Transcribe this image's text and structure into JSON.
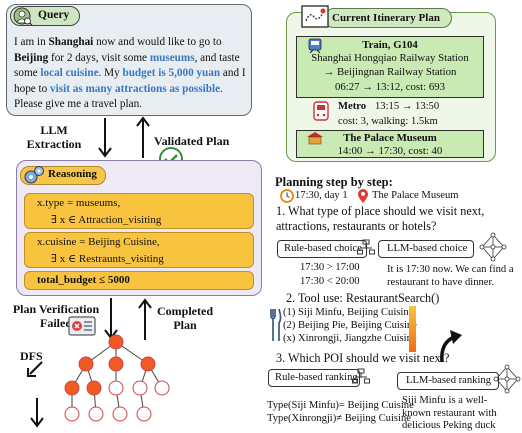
{
  "query": {
    "label": "Query",
    "p1": "I am in ",
    "city_from": "Shanghai",
    "p2": " now and would like to go to ",
    "city_to": "Beijing",
    "p3": " for 2 days, visit some ",
    "museums": "museums",
    "p4": ", and taste some ",
    "cuisine": "local cuisine",
    "p5": ". My ",
    "budget": "budget is 5,000 yuan",
    "p6": " and I hope to ",
    "visit_many": "visit as many attractions as possible",
    "p7": ". Please give me a travel plan."
  },
  "flow": {
    "llm_extraction": "LLM Extraction",
    "validated_plan": "Validated Plan",
    "plan_verification_failed": "Plan Verification Failed",
    "completed_plan": "Completed Plan",
    "dfs": "DFS"
  },
  "reasoning": {
    "label": "Reasoning",
    "c1_line1": "x.type = museums,",
    "c1_line2": "∃ x ∈ Attraction_visiting",
    "c2_line1": "x.cuisine = Beijing Cuisine,",
    "c2_line2": "∃ x ∈ Restraunts_visiting",
    "c3": "total_budget  ≤ 5000"
  },
  "itinerary": {
    "title": "Current Itinerary Plan",
    "train_title": "Train, G104",
    "train_route1": "Shanghai Hongqiao Railway Station",
    "train_route2": "→ Beijingnan Railway Station",
    "train_time": "06:27 → 13:12, cost: 693",
    "metro_title": "Metro",
    "metro_time": "13:15 → 13:50",
    "metro_cost": "cost: 3, walking: 1.5km",
    "palace_title": "The Palace Museum",
    "palace_time": "14:00 → 17:30, cost: 40"
  },
  "planning": {
    "title": "Planning step by step:",
    "time_line": "17:30, day 1",
    "location": "The Palace Museum",
    "q1": "1. What type of place should we visit next, attractions, restaurants or hotels?",
    "rule_choice": "Rule-based choice",
    "llm_choice": "LLM-based choice",
    "cmp1": "17:30 > 17:00",
    "cmp2": "17:30 < 20:00",
    "llm_reason": "It is 17:30 now. We can find a restaurant to have dinner.",
    "q2": "2. Tool use: RestaurantSearch()",
    "r1": "(1) Siji Minfu, Beijing Cuisine",
    "r2": "(2) Beijing Pie, Beijing Cuisine",
    "r3": "(x) Xinrongji, Jiangzhe Cuisine",
    "q3": "3. Which POI should we visit next?",
    "rule_rank": "Rule-based ranking",
    "llm_rank": "LLM-based ranking",
    "type1": "Type(Siji Minfu)= Beijing Cuisine",
    "type2": "Type(Xinrongji)≠ Beijing Cuisine",
    "rank_reason1": "Siji Minfu is a well-",
    "rank_reason2": "known restaurant with",
    "rank_reason3": "delicious Peking duck"
  },
  "colors": {
    "query_bg": "#e8edf1",
    "reasoning_bg": "#efe9f6",
    "constraint_fill": "#f8c43f",
    "plan_bg": "#eef7e8",
    "plan_item_fill": "#c9eab3",
    "keyword_blue": "#3a78c2",
    "tree_node_fill": "#f15a24"
  }
}
